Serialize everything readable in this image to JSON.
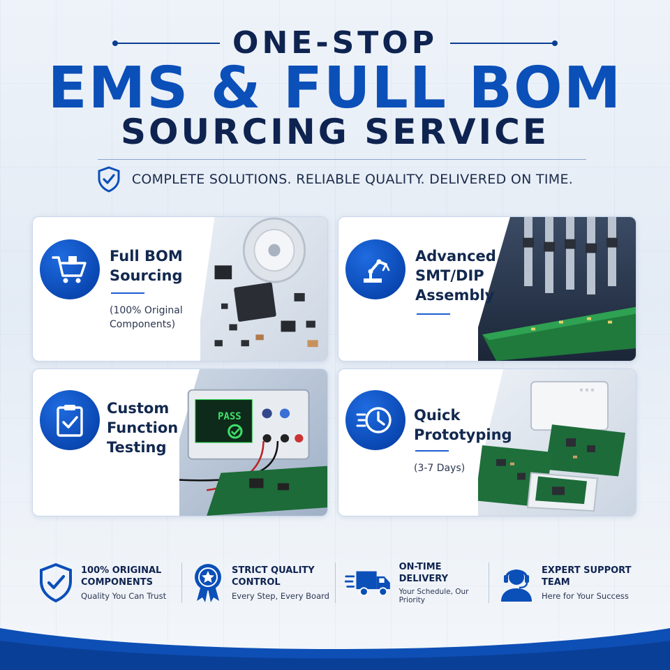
{
  "header": {
    "line1": "ONE-STOP",
    "line2": "EMS & FULL BOM",
    "line3": "SOURCING SERVICE",
    "tagline": "COMPLETE SOLUTIONS. RELIABLE QUALITY. DELIVERED ON TIME."
  },
  "cards": [
    {
      "title1": "Full BOM",
      "title2": "Sourcing",
      "sub1": "(100% Original",
      "sub2": "Components)",
      "icon": "shopping-cart-icon"
    },
    {
      "title1": "Advanced",
      "title2": "SMT/DIP",
      "title3": "Assembly",
      "icon": "robot-arm-icon"
    },
    {
      "title1": "Custom",
      "title2": "Function",
      "title3": "Testing",
      "icon": "clipboard-check-icon",
      "screen_text": "PASS"
    },
    {
      "title1": "Quick",
      "title2": "Prototyping",
      "sub1": "(3-7 Days)",
      "icon": "fast-clock-icon"
    }
  ],
  "features": [
    {
      "title1": "100% ORIGINAL",
      "title2": "COMPONENTS",
      "sub": "Quality You Can Trust",
      "icon": "shield-check-icon"
    },
    {
      "title1": "STRICT QUALITY",
      "title2": "CONTROL",
      "sub": "Every Step, Every Board",
      "icon": "award-ribbon-icon"
    },
    {
      "title1": "ON-TIME",
      "title2": "DELIVERY",
      "sub": "Your Schedule, Our Priority",
      "icon": "delivery-truck-icon"
    },
    {
      "title1": "EXPERT SUPPORT",
      "title2": "TEAM",
      "sub": "Here for Your Success",
      "icon": "support-agent-icon"
    }
  ],
  "colors": {
    "primary": "#0b4fb8",
    "navy": "#0f2350",
    "accent": "#1d5fd0"
  }
}
